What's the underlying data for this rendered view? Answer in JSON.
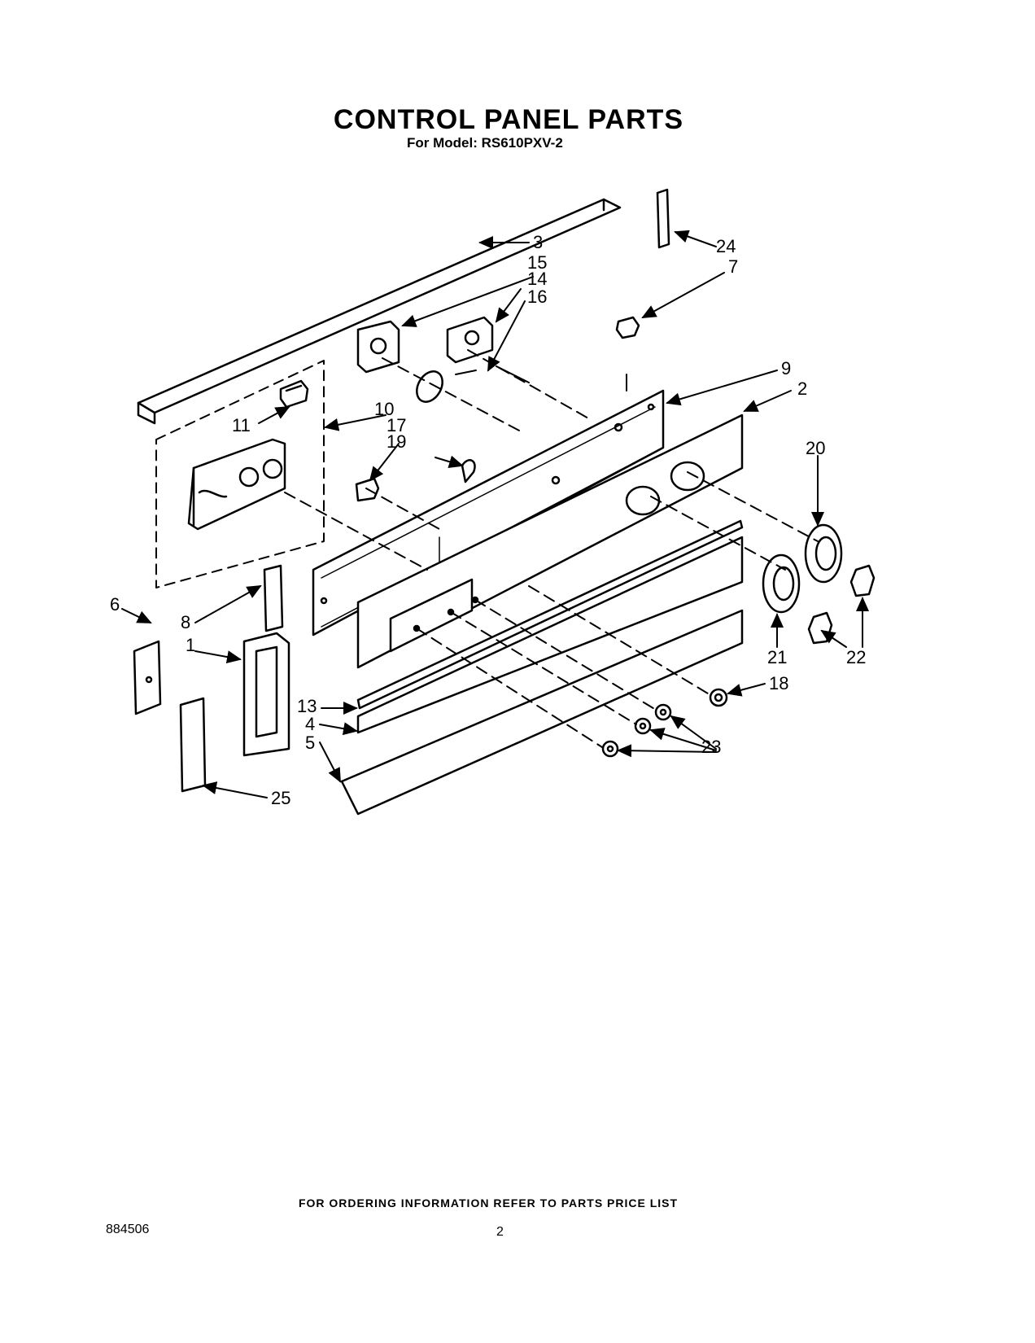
{
  "header": {
    "title": "CONTROL PANEL PARTS",
    "subtitle": "For Model: RS610PXV-2"
  },
  "callouts": {
    "c1": "1",
    "c2": "2",
    "c3": "3",
    "c4": "4",
    "c5": "5",
    "c6": "6",
    "c7": "7",
    "c8": "8",
    "c9": "9",
    "c10": "10",
    "c11": "11",
    "c13": "13",
    "c14": "14",
    "c15": "15",
    "c16": "16",
    "c17": "17",
    "c18": "18",
    "c19": "19",
    "c20": "20",
    "c21": "21",
    "c22": "22",
    "c23": "23",
    "c24": "24",
    "c25": "25"
  },
  "footer": {
    "ordering_note": "FOR ORDERING INFORMATION REFER TO PARTS PRICE LIST",
    "document_number": "884506",
    "page_number": "2"
  }
}
